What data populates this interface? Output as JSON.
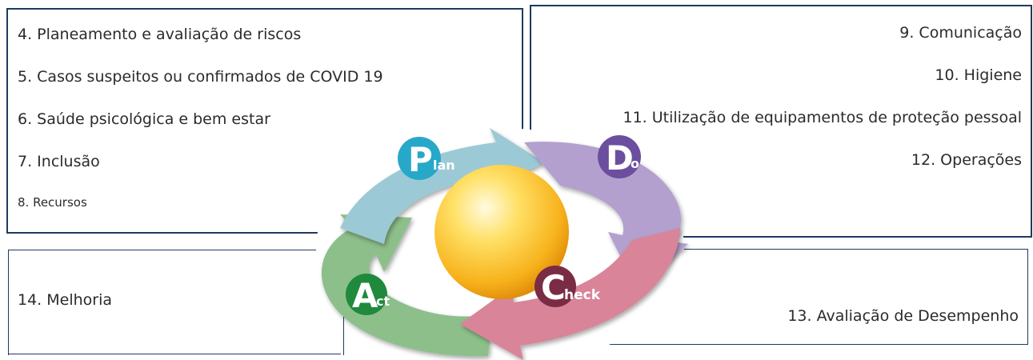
{
  "plan_items": [
    "4. Planeamento e avaliação de riscos",
    "5. Casos suspeitos ou confirmados de COVID 19",
    "6. Saúde psicológica e bem estar",
    "7. Inclusão",
    "8. Recursos"
  ],
  "do_items": [
    "9. Comunicação",
    "10. Higiene",
    "11. Utilização de equipamentos de proteção pessoal",
    "12. Operações"
  ],
  "act_item": "14. Melhoria",
  "check_item": "13. Avaliação de Desempenho",
  "cycle": {
    "plan": {
      "initial": "P",
      "rest": "lan",
      "color": "#27a8c9",
      "arrow_color": "#9cc9d6"
    },
    "do": {
      "initial": "D",
      "rest": "o",
      "color": "#6b4f9e",
      "arrow_color": "#b3a0cf"
    },
    "check": {
      "initial": "C",
      "rest": "heck",
      "color": "#7a2c45",
      "arrow_color": "#d98499"
    },
    "act": {
      "initial": "A",
      "rest": "ct",
      "color": "#1f8a3c",
      "arrow_color": "#8dbf8a"
    }
  },
  "colors": {
    "frame": "#1f3a5f",
    "sphere": "#f7b21b"
  }
}
